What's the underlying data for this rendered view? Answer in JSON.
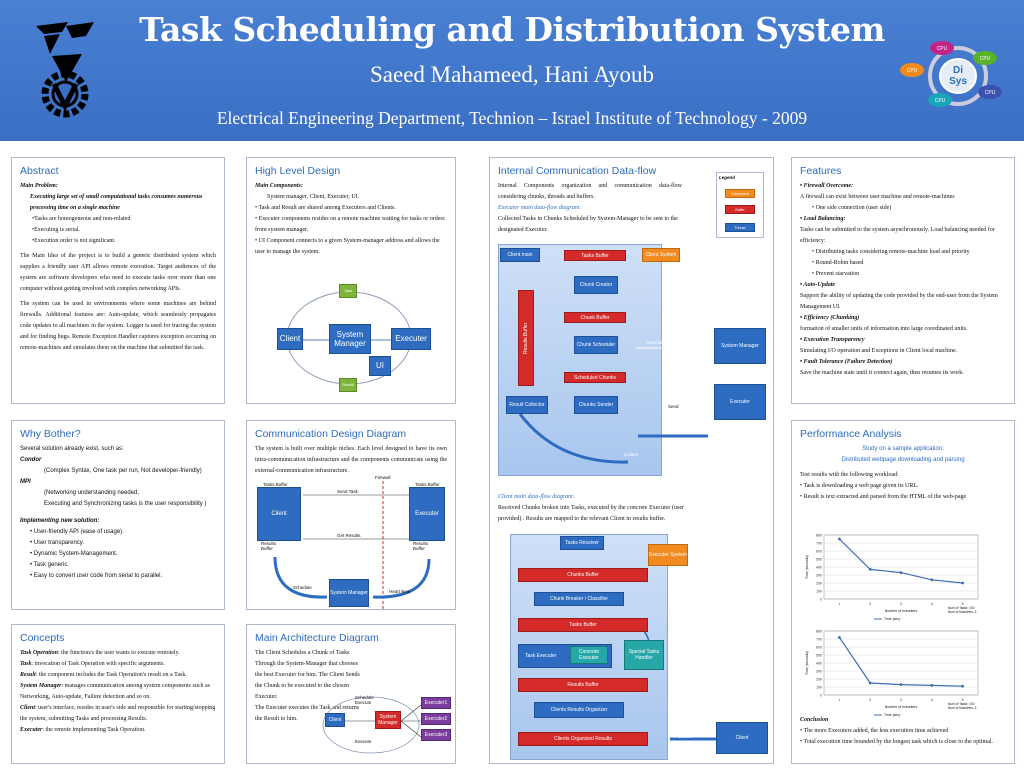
{
  "header": {
    "title": "Task Scheduling and Distribution System",
    "authors": "Saeed Mahameed, Hani Ayoub",
    "affiliation": "Electrical Engineering Department, Technion – Israel Institute of Technology - 2009"
  },
  "logo": {
    "dsys_line1": "Di",
    "dsys_line2": "Sys",
    "cpu": "CPU"
  },
  "abstract": {
    "title": "Abstract",
    "problem_label": "Main Problem:",
    "problem_text": "Executing large set of small computational tasks consumes numerous processing time on a single machine",
    "bullets": [
      "•Tasks are homogeneous and non-related",
      "•Executing is serial.",
      "•Execution order is not significant."
    ],
    "para1": "The Main Idea of the project is to build a generic distributed system which supplies a friendly user API allows remote execution. Target audiences of the system are software developers who need to execute tasks over more than one computer without getting involved with complex networking APIs.",
    "para2": "The system can be used in environments where some machines are behind firewalls. Additional features are: Auto-update, which seamlessly propagates code updates to all machines in the system. Logger is used for tracing the system and for finding bugs. Remote Exception Handler captures exception occurring on remote-machines and simulates them on the machine that submitted the task."
  },
  "why": {
    "title": "Why Bother?",
    "intro": "Several solution already exist, such as:",
    "condor": "Condor",
    "condor_text": "(Complex Syntax, One task per run, Not developer-friendly)",
    "mpi": "MPI",
    "mpi_text1": "(Networking understanding needed,",
    "mpi_text2": "Executing and Synchronizing tasks is the user responsibility )",
    "our": "Implementing new solution:",
    "bullets": [
      "User-friendly API (ease of usage).",
      "User transparency.",
      "Dynamic System-Management.",
      "Task generic.",
      "Easy to convert user code from serial to parallel."
    ]
  },
  "concepts": {
    "title": "Concepts",
    "items": [
      {
        "term": "Task Operation",
        "text": ": the function/s the user wants to execute remotely."
      },
      {
        "term": "Task",
        "text": ": invocation of Task Operation with specific arguments."
      },
      {
        "term": "Result",
        "text": ": the component includes the Task Operation's result on a Task."
      },
      {
        "term": "System Manager",
        "text": ": manages communication among system components such as Networking, Auto-update, Failure detection and so on."
      },
      {
        "term": "Client",
        "text": ": user's interface, resides in user's side and responsible for starting/stopping the system, submitting Tasks and processing Results."
      },
      {
        "term": "Executer",
        "text": ": the remote implementing Task Operation."
      }
    ]
  },
  "hld": {
    "title": "High Level Design",
    "components_label": "Main Components:",
    "components": "System manager, Client, Executer, UI.",
    "bullets": [
      "Task and Result are shared among Executers and Clients.",
      "Executer components resides on a remote machine waiting for tasks or orders from system manager.",
      "UI Component connects to a given System-manager address and allows the user to manage the system."
    ],
    "diagram": {
      "task": "Task",
      "result": "Result",
      "client": "Client",
      "sm": "System Manager",
      "executer": "Executer",
      "ui": "UI"
    }
  },
  "comm": {
    "title": "Communication Design Diagram",
    "text": "The system is built over multiple niches. Each level designed to have its own intra-communication infrastructure and the components communicate using the external-communication infrastructure.",
    "diagram": {
      "firewall": "Firewall",
      "tb1": "Tasks Buffer",
      "tb2": "Tasks Buffer",
      "send": "Send Task",
      "client": "Client",
      "executer": "Executer",
      "get": "Get Results",
      "rb1": "Results Buffer",
      "rb2": "Results Buffer",
      "schedule": "Schedule",
      "sm": "System Manager",
      "hb": "Heart Beat"
    }
  },
  "arch": {
    "title": "Main Architecture Diagram",
    "text1": "The Client Schedules a Chunk of Tasks Through the System-Manager that chooses the best Executer for him. The Client Sends the Chunk to be executed to the chosen Executer.",
    "text2": "The Executer executes the Task and returns the Result to him.",
    "diagram": {
      "client": "Client",
      "sm": "System Manager",
      "e1": "Executer1",
      "e2": "Executer2",
      "e3": "Executer3",
      "sched": "Schedule Execute",
      "exec": "Execute"
    }
  },
  "icd": {
    "title": "Internal Communication Data-flow",
    "text": "Internal Components organization and communication data-flow considering chunks, threads and buffers.",
    "exec_title": "Executer main data-flow diagram:",
    "exec_text": "Collected Tasks in Chunks Scheduled by System-Manager to be sent to the designated Executer.",
    "client_title": "Client main data-flow diagram:",
    "client_text": "Received Chunks broken into Tasks, executed by the concrete Executer (user provided) . Results are mapped to the relevant Client in results buffer.",
    "legend": {
      "title": "Legend",
      "component": "Component",
      "buffer": "Buffer",
      "thread": "Thread"
    },
    "d1": {
      "client_main": "Client main",
      "tasks_buffer": "Tasks Buffer",
      "client_system": "Client System",
      "chunk_creator": "Chunk Creator",
      "results_buffer": "Results Buffer",
      "chunk_buffer": "Chunk Buffer",
      "chunk_scheduler": "Chunk Scheduler",
      "schedule": "Schedule",
      "sm": "System Manager",
      "scheduled_chunks": "Scheduled Chunks",
      "result_collector": "Result Collector",
      "chunks_sender": "Chunks Sender",
      "send": "Send",
      "executer": "Executer",
      "collect": "Collect"
    },
    "d2": {
      "tasks_receiver": "Tasks Receiver",
      "executer_system": "Executer System",
      "chunks_buffer": "Chunks Buffer",
      "chunk_breaker": "Chunk Breaker \\ Classifier",
      "tasks_buffer": "Tasks Buffer",
      "task_executer": "Task Executer",
      "concrete": "Concrete Executer",
      "special": "Special Tasks Handler",
      "results_buffer": "Results Buffer",
      "crorg": "Clients Results Organizer",
      "cor": "Clients Organized Results",
      "collect": "Collect",
      "client": "Client"
    }
  },
  "features": {
    "title": "Features",
    "items": [
      {
        "type": "head",
        "text": "• Firewall Overcome:"
      },
      {
        "type": "p",
        "text": "A firewall can exist between user machine and remote-machines"
      },
      {
        "type": "sub",
        "text": "• One side connection (user side)"
      },
      {
        "type": "head",
        "text": "• Load Balancing:"
      },
      {
        "type": "p",
        "text": "Tasks can be submitted to the system asynchronously.  Load balancing needed for efficiency:"
      },
      {
        "type": "sub",
        "text": "• Distributing tasks considering remote-machine load and priority"
      },
      {
        "type": "sub",
        "text": "• Round-Robin based"
      },
      {
        "type": "sub",
        "text": "• Prevent starvation"
      },
      {
        "type": "head",
        "text": "• Auto-Update"
      },
      {
        "type": "p",
        "text": "Support the ability of updating the code provided by the end-user from the System Management UI."
      },
      {
        "type": "head",
        "text": "• Efficiency (Chunking)"
      },
      {
        "type": "p",
        "text": "formation of smaller units of information into large coordinated units."
      },
      {
        "type": "head",
        "text": "• Execution Transparency"
      },
      {
        "type": "p",
        "text": "Simulating I/O operation and Exceptions in Client local machine."
      },
      {
        "type": "head",
        "text": "• Fault Tolerance (Failure Detection)"
      },
      {
        "type": "p",
        "text": "Save the machine state until it connect again, then resumes its work."
      }
    ]
  },
  "perf": {
    "title": "Performance Analysis",
    "study1": "Study on a sample application:",
    "study2": "Distributed webpage downloading and parsing",
    "workload": "Test results with the following workload:",
    "bullets": [
      "• Task is downloading a web page given its URL.",
      "• Result is text extracted and parsed from the HTML of the web-page"
    ],
    "conclusion": "Conclusion",
    "conclusions": [
      "• The more Executers added, the less execution time achieved",
      "• Total execution time bounded by the longest task which is close to the optimal."
    ]
  },
  "chart_data": [
    {
      "type": "line",
      "x": [
        1,
        2,
        3,
        4,
        5
      ],
      "series": [
        {
          "values": [
            750,
            370,
            330,
            240,
            200
          ]
        }
      ],
      "ylim": [
        0,
        800
      ],
      "xlabel": "Number of executers",
      "ylabel": "Time (seconds)",
      "legend": "Time (sec)",
      "note": "Num of Tasks: 100\nNum of Machines: 2",
      "colors": [
        "#3e6cb3"
      ]
    },
    {
      "type": "line",
      "x": [
        1,
        2,
        3,
        4,
        5
      ],
      "series": [
        {
          "values": [
            720,
            150,
            130,
            120,
            110
          ]
        }
      ],
      "ylim": [
        0,
        800
      ],
      "xlabel": "Number of executers",
      "ylabel": "Time (seconds)",
      "legend": "Time (sec)",
      "note": "Num of Tasks: 100\nNum of Machines: 2",
      "colors": [
        "#3e6cb3"
      ]
    }
  ]
}
